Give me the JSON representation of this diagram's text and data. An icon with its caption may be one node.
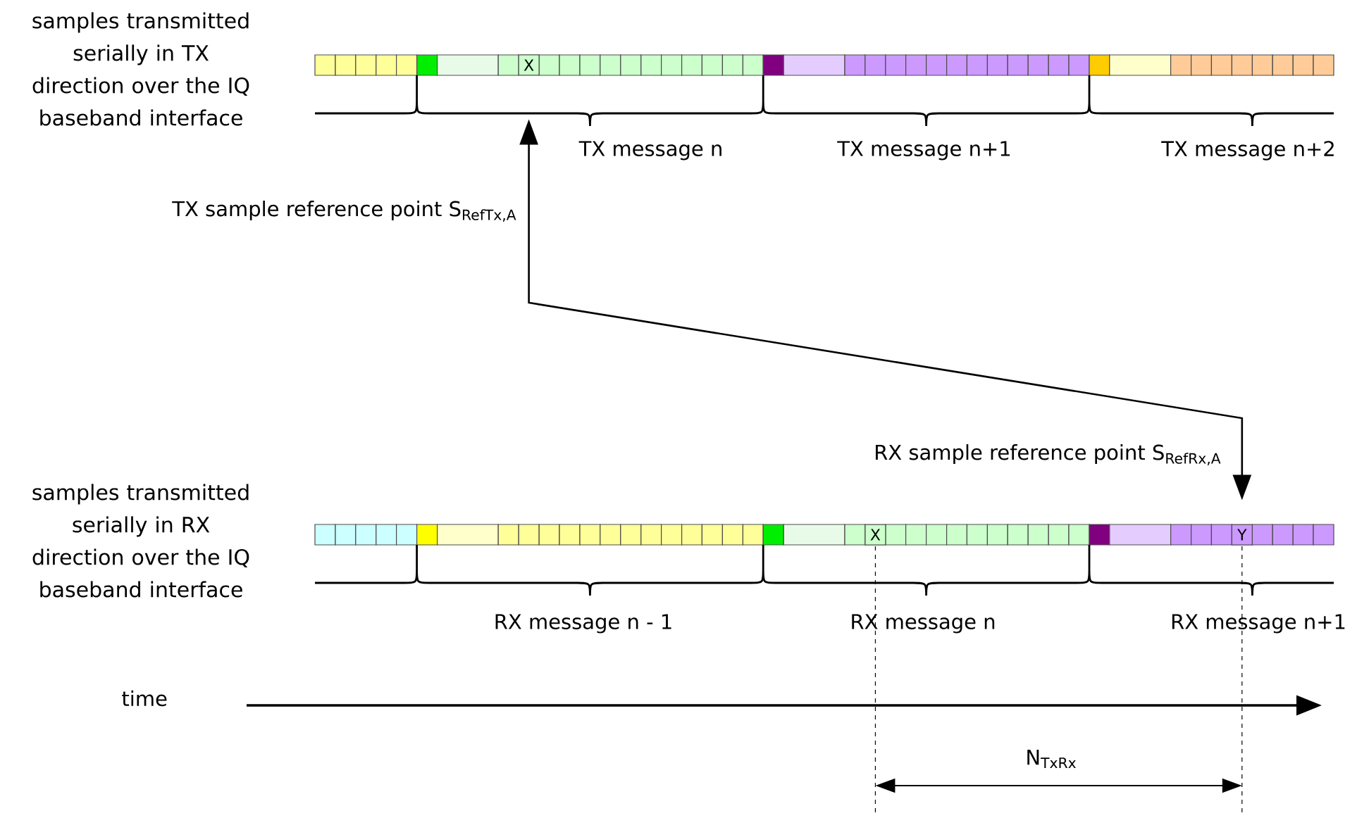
{
  "diagram": {
    "nodes": [
      {
        "text": [
          "X"
        ]
      },
      {
        "text": [
          "X"
        ]
      },
      {
        "text": [
          "Y"
        ]
      }
    ],
    "edges": [
      {
        "from": 0,
        "to": 2,
        "arrow": "both"
      }
    ],
    "labels": [
      "samples transmitted serially in TX direction over the IQ baseband interface",
      "TX message n",
      "TX message n+1",
      "TX message n+2",
      "TX sample reference point S$_{RefTx,A}$",
      "RX sample reference point S$_{RefRx,A}$",
      "samples transmitted serially in RX direction over the IQ baseband interface",
      "RX message n - 1",
      "RX message n",
      "RX message n+1",
      "time",
      "N$_{TxRx}$"
    ]
  }
}
